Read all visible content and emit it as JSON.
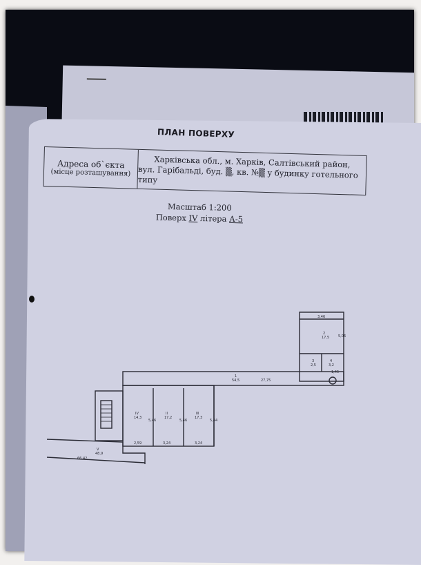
{
  "document": {
    "title": "ПЛАН ПОВЕРХУ",
    "address_label": "Адреса об`єкта",
    "address_sublabel": "(місце розташування)",
    "address_line1": "Харківська обл., м. Харків, Салтівський район,",
    "address_line2": "вул. Гарібальді, буд. ▒, кв. №▒ у будинку готельного типу",
    "scale": "Масштаб 1:200",
    "floor_prefix": "Поверх ",
    "floor_value": "IV",
    "floor_mid": " літера ",
    "letter_value": "А-5"
  },
  "plan_labels": {
    "room1_num": "1",
    "room1_area": "54,5",
    "room2_num": "2",
    "room2_area": "17,5",
    "room3_num": "3",
    "room3_area": "2,5",
    "room4_num": "4",
    "room4_area": "3,2",
    "roomIV_num": "IV",
    "roomIV_area": "14,3",
    "roomII_num": "II",
    "roomII_area": "17,2",
    "roomIII_num": "III",
    "roomIII_area": "17,3",
    "roomV_num": "V",
    "roomV_area": "48,9",
    "dim_top": "3,46",
    "dim_right": "5,06",
    "dim_corridor": "27,75",
    "dim_1": "2,59",
    "dim_2": "3,24",
    "dim_3": "3,24",
    "dim_4": "5,46",
    "dim_5": "5,46",
    "dim_6": "5,44",
    "dim_7": "1,45",
    "dim_v": "66,42"
  }
}
